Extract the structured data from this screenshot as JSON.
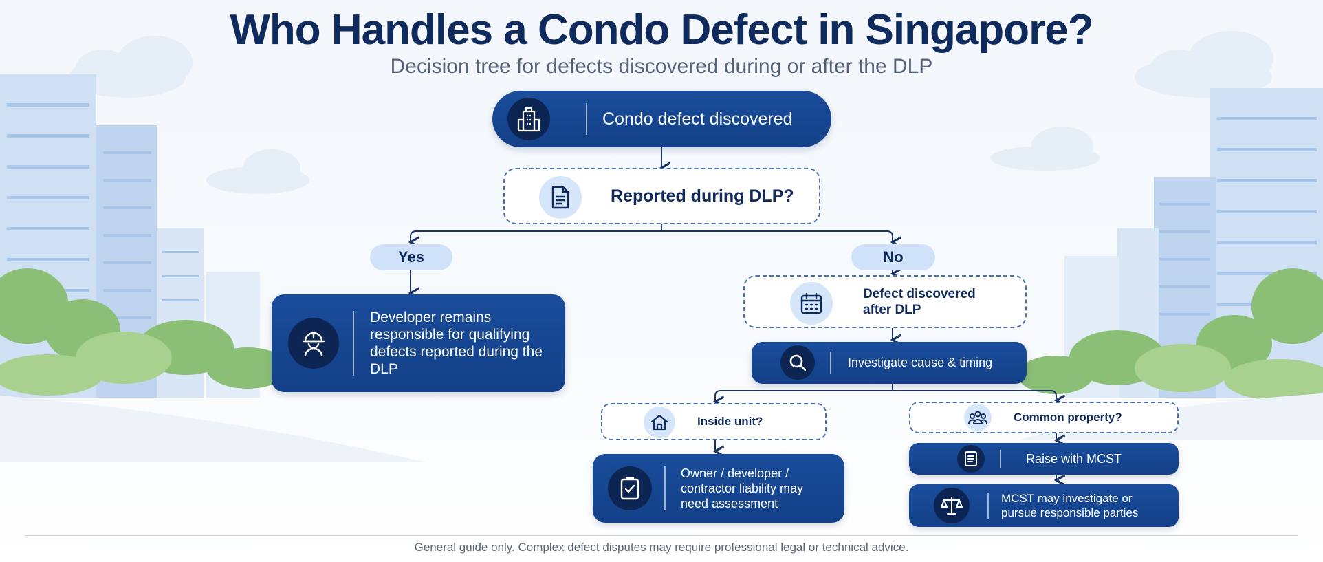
{
  "header": {
    "title": "Who Handles a Condo Defect in Singapore?",
    "subtitle": "Decision tree for defects discovered during or after the DLP"
  },
  "nodes": {
    "start": {
      "label": "Condo defect discovered",
      "icon": "building-icon"
    },
    "dlp_question": {
      "label": "Reported during DLP?",
      "icon": "document-icon"
    },
    "yes": {
      "label": "Yes"
    },
    "no": {
      "label": "No"
    },
    "developer": {
      "label": "Developer remains responsible for qualifying defects reported during the DLP",
      "icon": "worker-helmet-icon"
    },
    "after_dlp": {
      "label": "Defect discovered after DLP",
      "icon": "calendar-icon"
    },
    "investigate": {
      "label": "Investigate cause & timing",
      "icon": "search-icon"
    },
    "inside_unit": {
      "label": "Inside unit?",
      "icon": "home-icon"
    },
    "common_property": {
      "label": "Common property?",
      "icon": "people-icon"
    },
    "owner_liability": {
      "label": "Owner / developer / contractor liability may need assessment",
      "icon": "checklist-icon"
    },
    "raise_mcst": {
      "label": "Raise with MCST",
      "icon": "clipboard-icon"
    },
    "mcst_investigate": {
      "label": "MCST may investigate or pursue responsible parties",
      "icon": "scales-icon"
    }
  },
  "footer": {
    "note": "General guide only. Complex defect disputes may require professional legal or technical advice."
  },
  "colors": {
    "navy": "#0f2a5c",
    "primary_blue": "#17479a",
    "light_blue": "#cfe2fa",
    "dashed_border": "#4a6ea8"
  }
}
